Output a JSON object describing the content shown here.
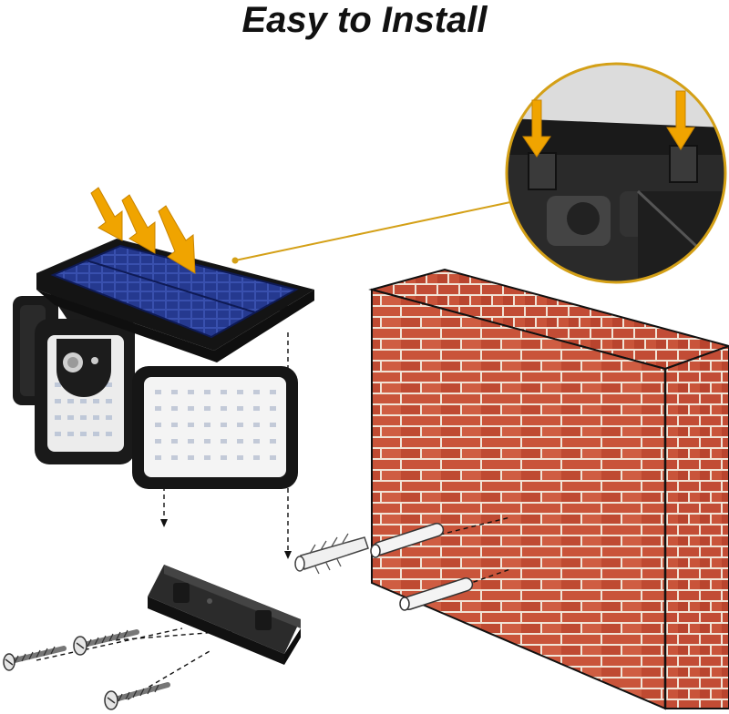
{
  "title": "Easy to Install",
  "colors": {
    "arrow": "#f0a400",
    "brick": "#c9543a",
    "mortar": "#f1e3d6",
    "panel": "#1d2e78",
    "housing": "#1a1a1a",
    "leader_line": "#d4a017"
  },
  "icons": [
    "sun-arrow-icon",
    "solar-panel",
    "led-light-head",
    "motion-sensor",
    "mounting-bracket",
    "screw",
    "wall-anchor",
    "brick-wall"
  ]
}
